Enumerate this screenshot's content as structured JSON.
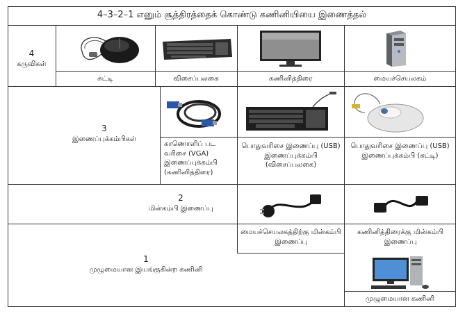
{
  "title": "4–3–2–1 எனும் சூத்திரத்தைக் கொண்டு கணினியியை இணைத்தல்",
  "rows": {
    "devices": {
      "number": "4",
      "label": "கருவிகள்",
      "items": [
        "சுட்டி",
        "விசைப்பலகை",
        "கணினித்திரை",
        "மையச்செயலகம்"
      ]
    },
    "cables": {
      "number": "3",
      "label": "இணைப்புக்கம்பிகள்",
      "items": [
        "காணொளிப் பட வரிசை (VGA) இணைப்புக்கம்பி (கணினித்திரை)",
        "பொதுவரிசை இணைப்பு (USB) இணைப்புக்கம்பி (விசைப்பலகை)",
        "பொதுவரிசை இணைப்பு (USB) இணைப்புக்கம்பி (சுட்டி)"
      ]
    },
    "power": {
      "number": "2",
      "label": "மின்கம்பி இணைப்பு",
      "items": [
        "மையச்செயலகத்திற்கு மின்கம்பி இணைப்பு",
        "கணினித்திரைக்கு மின்கம்பி இணைப்பு"
      ]
    },
    "complete": {
      "number": "1",
      "label": "முழுமையான இயங்குகின்ற கணினி",
      "item": "முழுமையான கணினி"
    }
  }
}
